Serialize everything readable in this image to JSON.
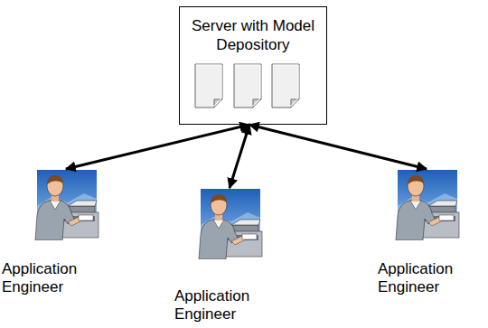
{
  "diagram": {
    "nodes": [
      {
        "text": [
          "Server with Model Depository"
        ]
      },
      {
        "text": [
          "Application Engineer"
        ]
      },
      {
        "text": [
          "Application Engineer"
        ]
      },
      {
        "text": [
          "Application Engineer"
        ]
      }
    ],
    "edges": [
      {
        "from": 0,
        "to": 1,
        "arrow": "both"
      },
      {
        "from": 0,
        "to": 2,
        "arrow": "both"
      },
      {
        "from": 0,
        "to": 3,
        "arrow": "both"
      }
    ]
  }
}
